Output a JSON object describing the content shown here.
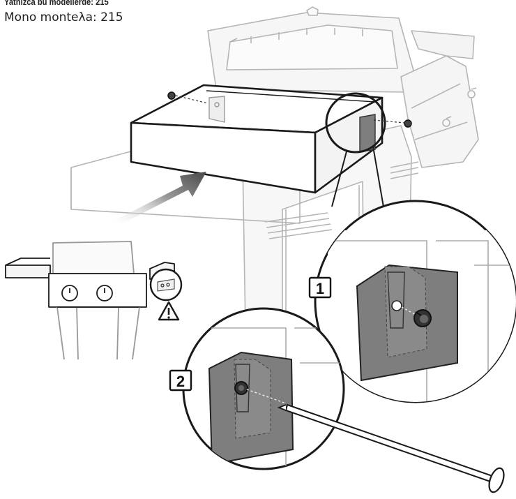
{
  "caption": {
    "line1": "Yatnizca bu modellerde: 215",
    "line2": "Mono monteλa: 215"
  },
  "steps": [
    "1",
    "2"
  ],
  "icons": [
    "grill-cabinet",
    "side-shelf",
    "drip-tray",
    "bolt",
    "insertion-arrow",
    "warning-icon",
    "grill-thumbnail",
    "screwdriver"
  ],
  "colors": {
    "outline": "#1a1a1a",
    "ghost": "#b5b5b5",
    "bracket": "#7e7e7e",
    "arrow": "#6a6a6a"
  }
}
